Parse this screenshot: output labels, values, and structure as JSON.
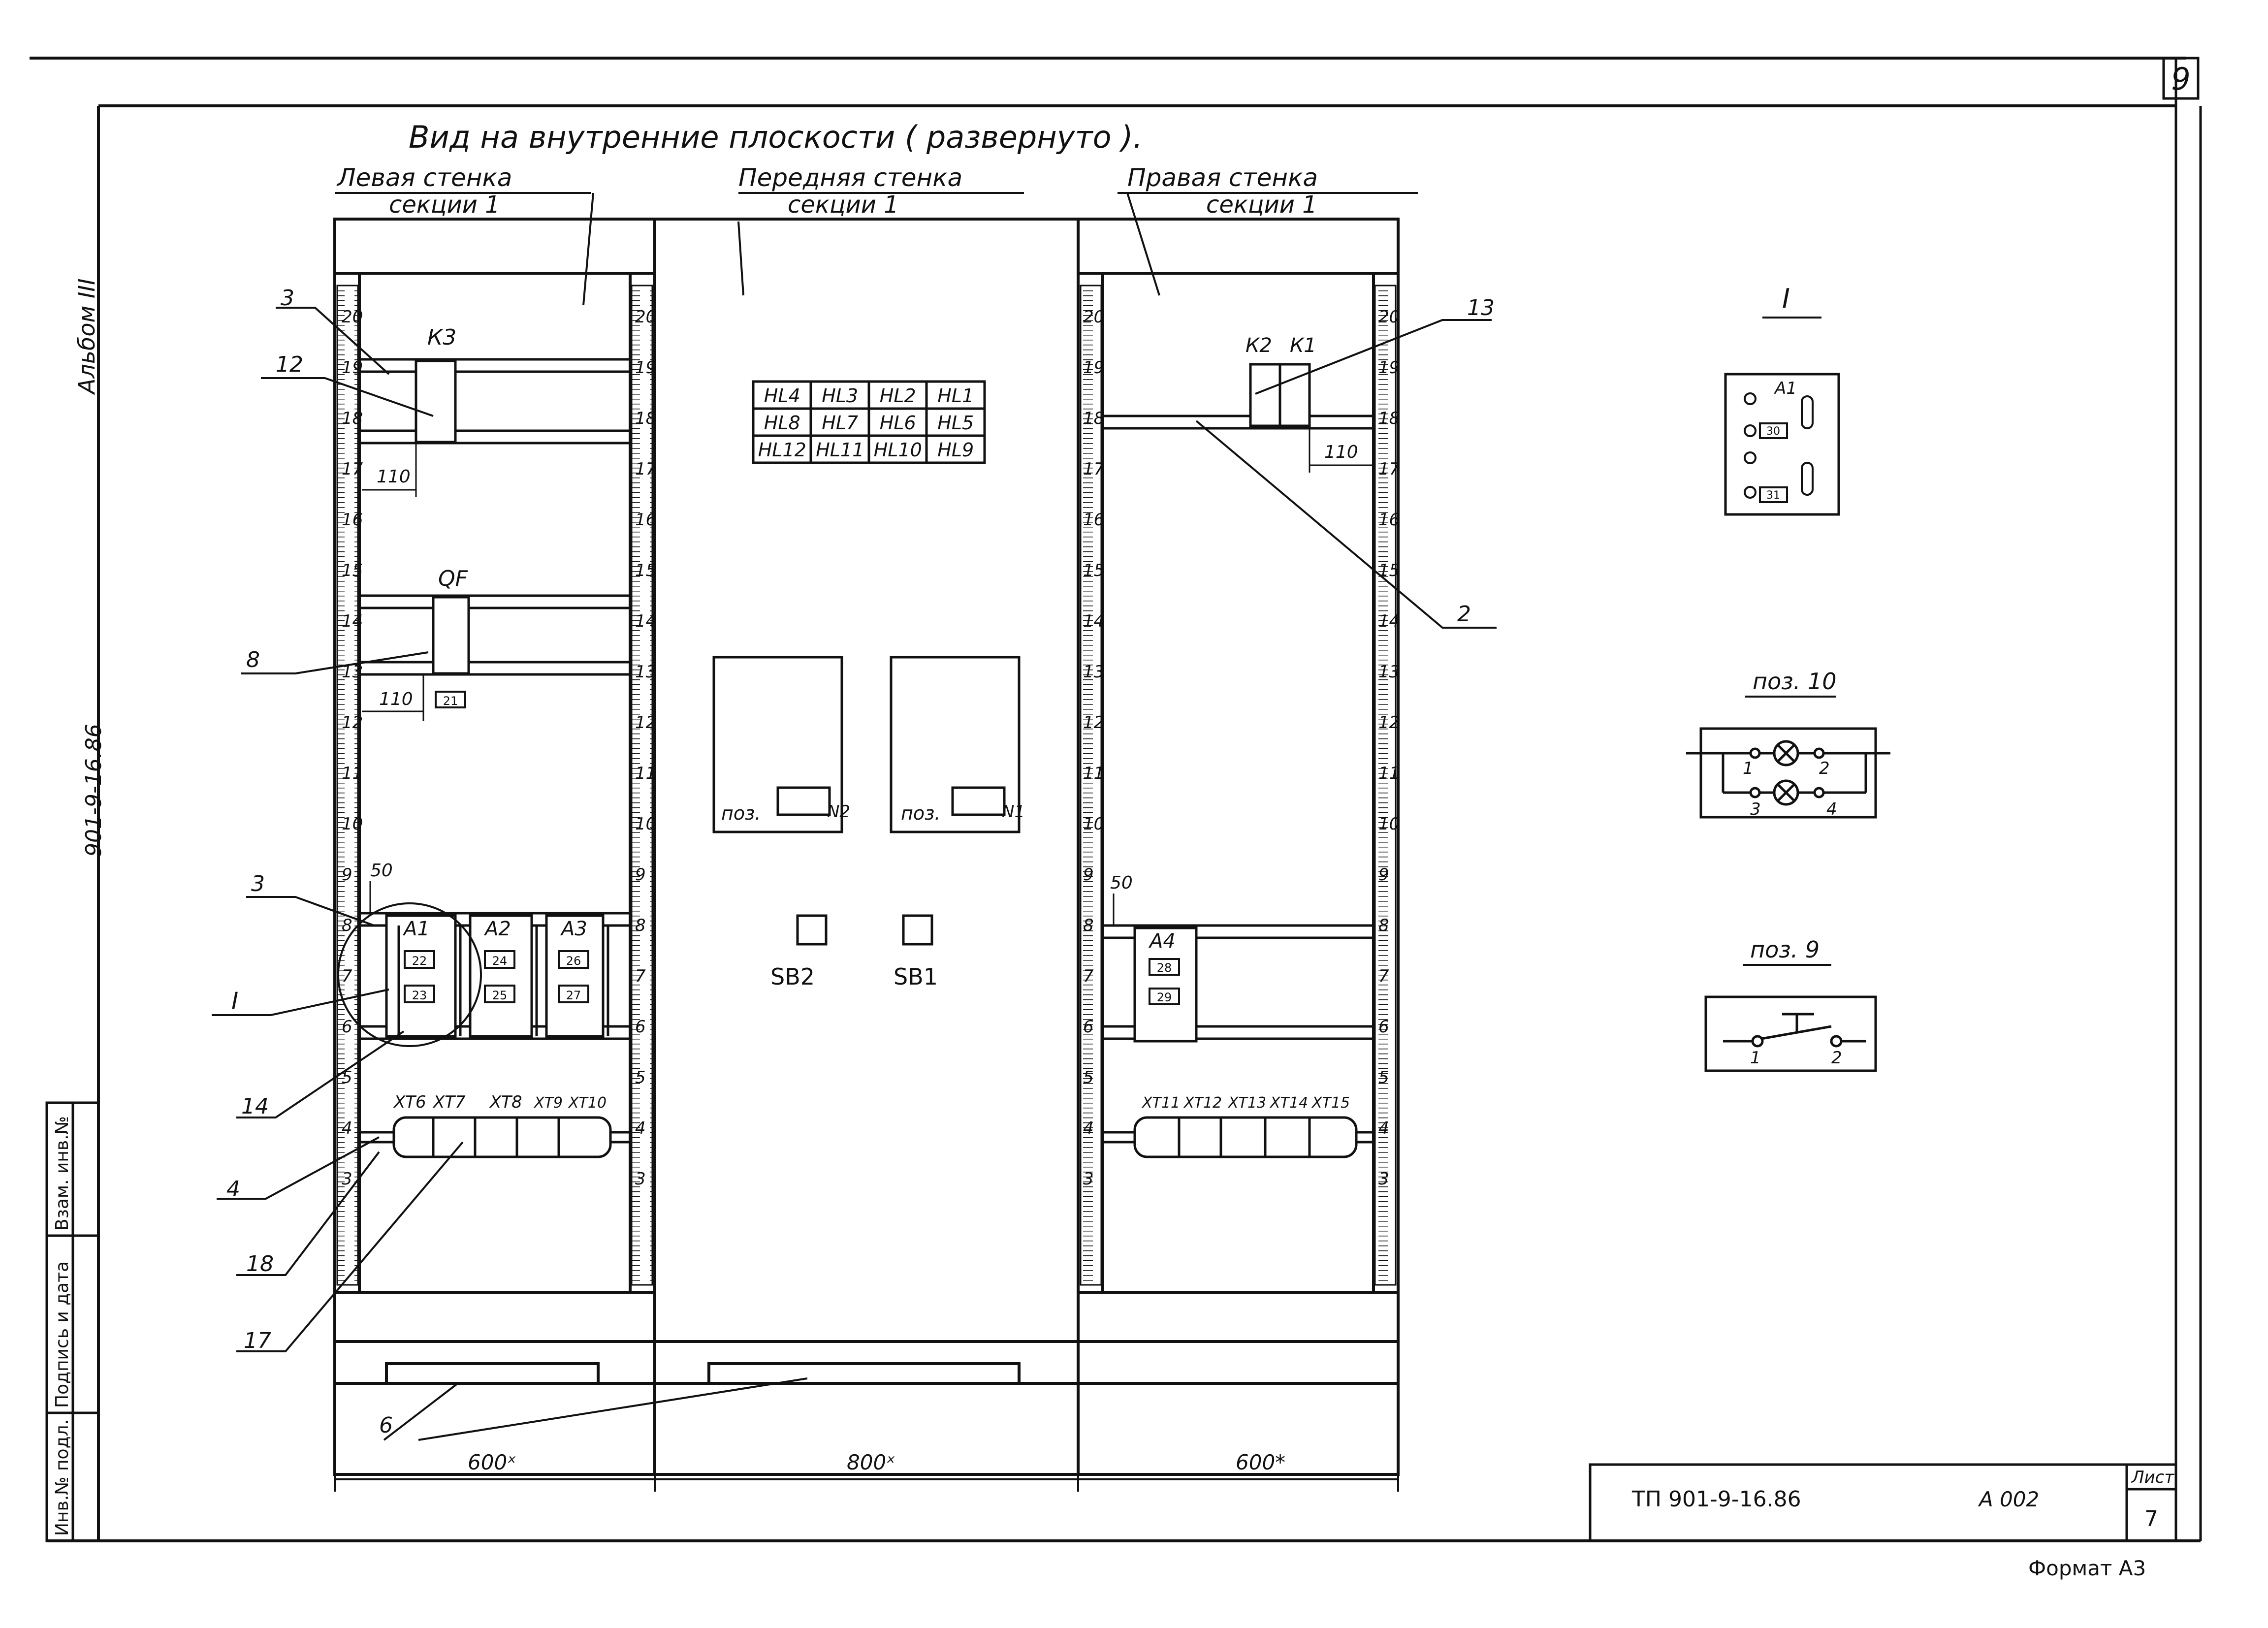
{
  "sheet": {
    "page_number": "9",
    "album_label": "Альбом III",
    "side_project_code": "901-9-16.86"
  },
  "title": "Вид на внутренние плоскости ( развернуто ).",
  "walls": {
    "left": {
      "line1": "Левая стенка",
      "line2": "секции 1"
    },
    "front": {
      "line1": "Передняя стенка",
      "line2": "секции 1"
    },
    "right": {
      "line1": "Правая стенка",
      "line2": "секции 1"
    }
  },
  "ruler_numbers": [
    "20",
    "19",
    "18",
    "17",
    "16",
    "15",
    "14",
    "13",
    "12",
    "11",
    "10",
    "9",
    "8",
    "7",
    "6",
    "5",
    "4",
    "3"
  ],
  "left_panel": {
    "k3": "К3",
    "qf": "QF",
    "dim_110_top": "110",
    "dim_110_mid": "110",
    "dim_50": "50",
    "qf_tag": "21",
    "devices": [
      "А1",
      "А2",
      "А3"
    ],
    "device_tags": [
      [
        "22",
        "23"
      ],
      [
        "24",
        "25"
      ],
      [
        "26",
        "27"
      ]
    ],
    "terminals": [
      "ХТ6",
      "ХТ7",
      "ХТ8",
      "ХТ9",
      "ХТ10"
    ]
  },
  "front_panel": {
    "hl_grid": [
      [
        "HL4",
        "HL3",
        "HL2",
        "HL1"
      ],
      [
        "HL8",
        "HL7",
        "HL6",
        "HL5"
      ],
      [
        "HL12",
        "HL11",
        "HL10",
        "HL9"
      ]
    ],
    "pos_left": {
      "text": "поз.",
      "tag": "N2"
    },
    "pos_right": {
      "text": "поз.",
      "tag": "N1"
    },
    "buttons": [
      "SB2",
      "SB1"
    ]
  },
  "right_panel": {
    "k2": "К2",
    "k1": "К1",
    "dim_110": "110",
    "dim_50": "50",
    "device": "А4",
    "device_tags": [
      "28",
      "29"
    ],
    "terminals": [
      "ХТ11",
      "ХТ12",
      "ХТ13",
      "ХТ14",
      "ХТ15"
    ]
  },
  "callouts": {
    "c3a": "3",
    "c12": "12",
    "c8": "8",
    "c3b": "3",
    "cI": "I",
    "c14": "14",
    "c4": "4",
    "c18": "18",
    "c17": "17",
    "c6": "6",
    "c13": "13",
    "c2": "2"
  },
  "dimensions": {
    "left": "600ˣ",
    "mid": "800ˣ",
    "right": "600*"
  },
  "details": {
    "detail_I": {
      "title": "I",
      "label": "А1",
      "tags": [
        "30",
        "31"
      ]
    },
    "pos10": {
      "title": "поз. 10",
      "nodes": [
        "1",
        "2",
        "3",
        "4"
      ]
    },
    "pos9": {
      "title": "поз. 9",
      "nodes": [
        "1",
        "2"
      ]
    }
  },
  "stamp_column": [
    "Инв.№ подл.",
    "Подпись и дата",
    "Взам. инв.№"
  ],
  "title_block": {
    "code": "ТП 901-9-16.86",
    "album": "А 002",
    "sheet_label": "Лист",
    "sheet_no": "7"
  },
  "format_label": "Формат А3"
}
